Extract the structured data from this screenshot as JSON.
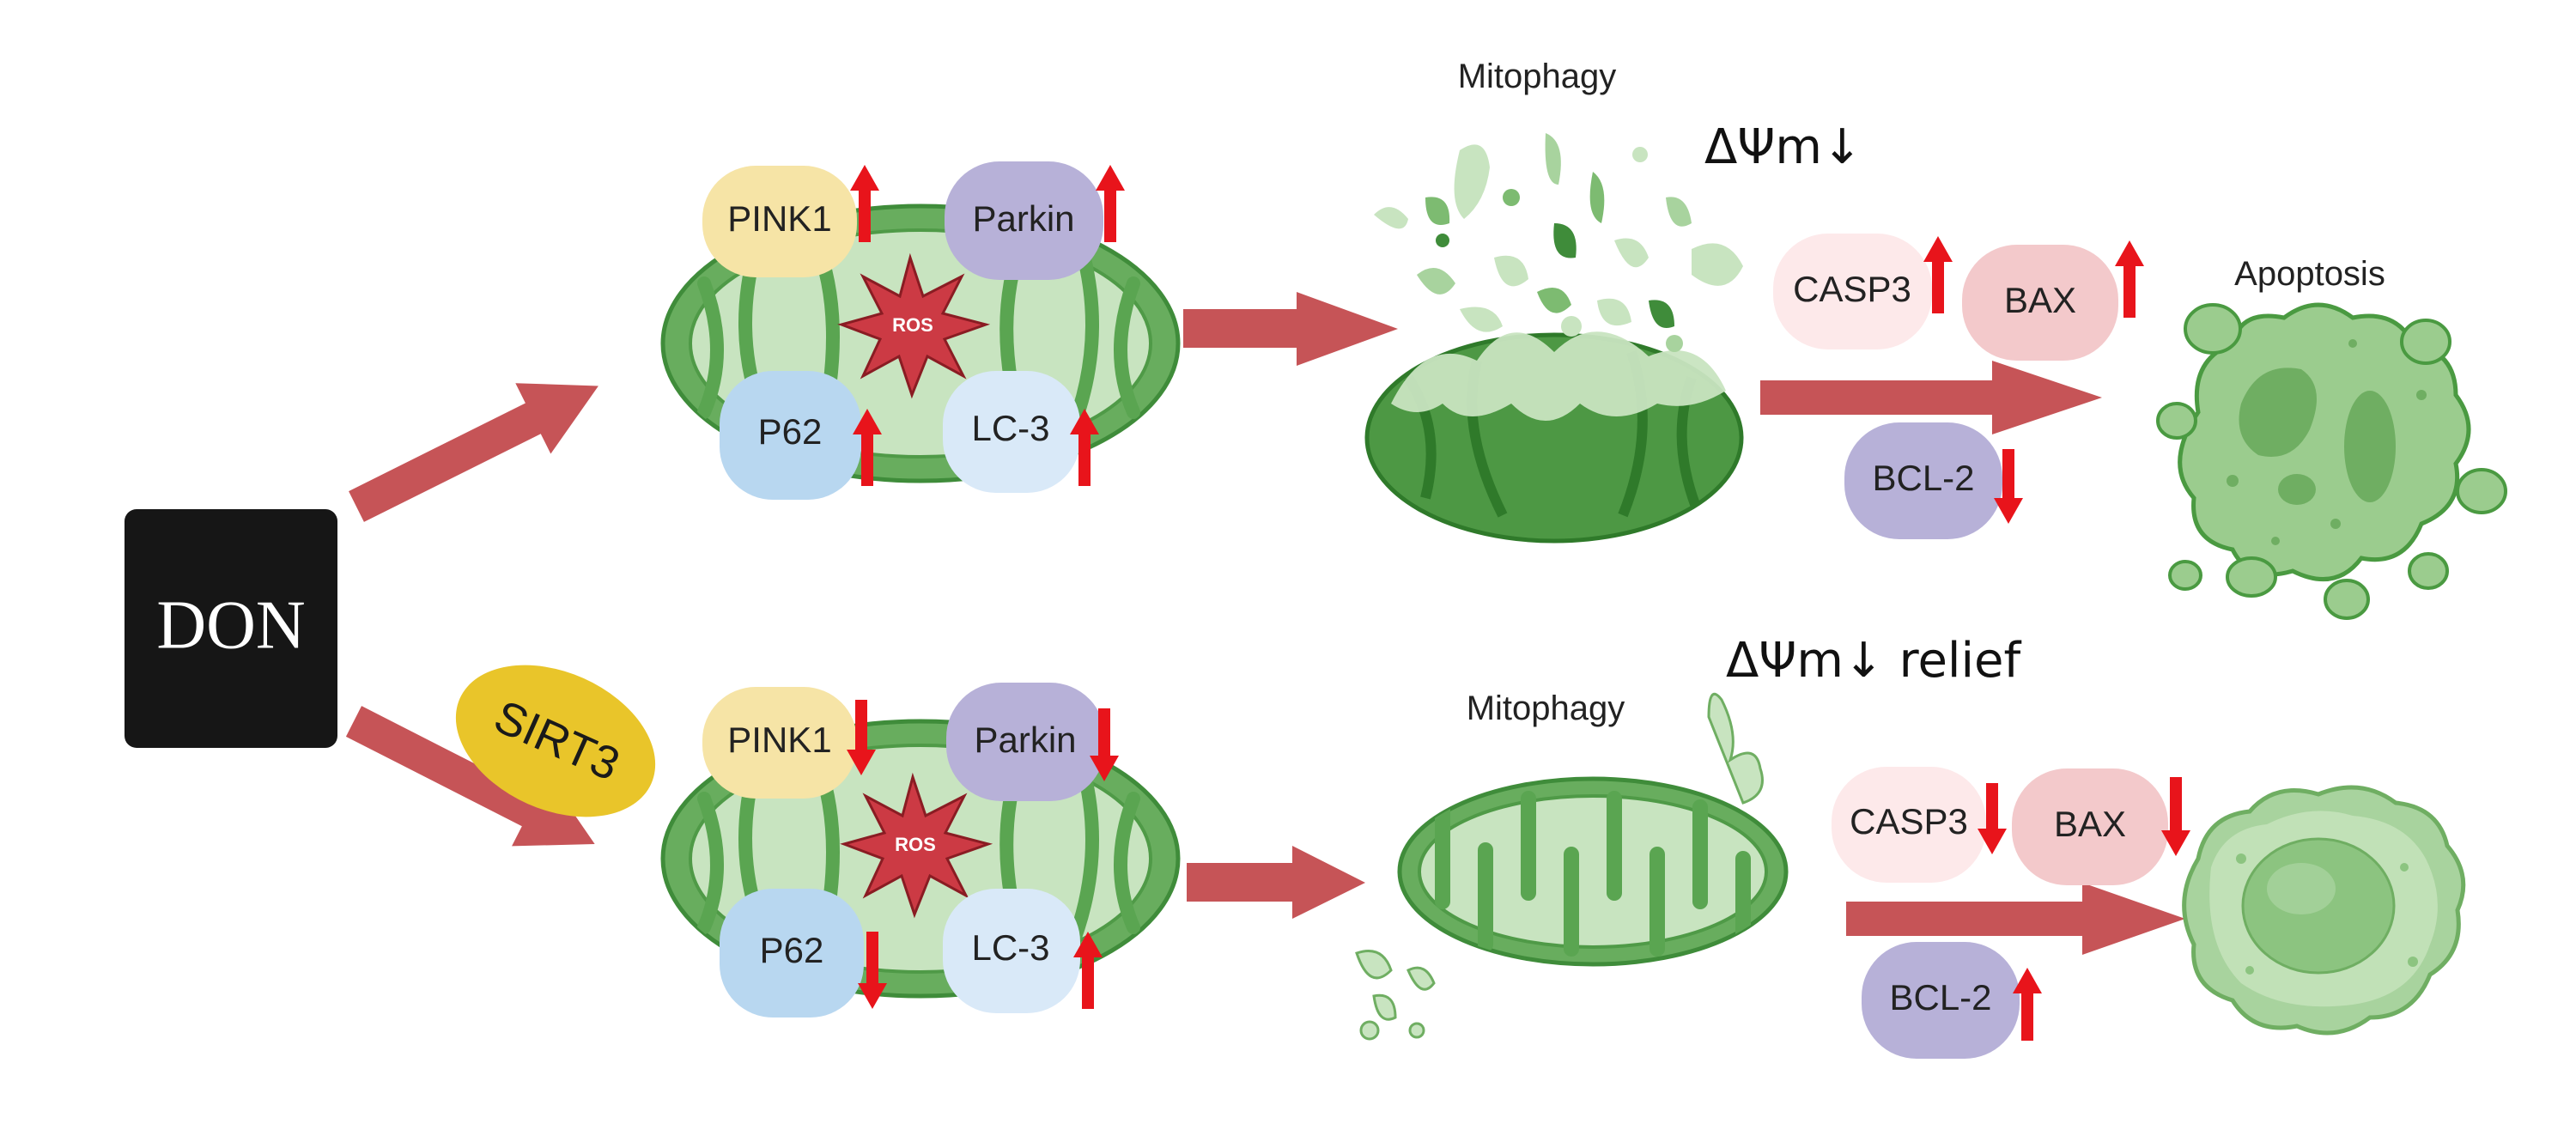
{
  "labels": {
    "don": "DON",
    "sirt3": "SIRT3",
    "top": {
      "pink1": "PINK1",
      "parkin": "Parkin",
      "p62": "P62",
      "lc3": "LC-3",
      "ros": "ROS",
      "mitophagy": "Mitophagy",
      "membrane_potential": "ΔΨm↓",
      "casp3": "CASP3",
      "bax": "BAX",
      "bcl2": "BCL-2",
      "apoptosis": "Apoptosis"
    },
    "bottom": {
      "pink1": "PINK1",
      "parkin": "Parkin",
      "p62": "P62",
      "lc3": "LC-3",
      "ros": "ROS",
      "mitophagy": "Mitophagy",
      "membrane_potential": "ΔΨm↓ relief",
      "casp3": "CASP3",
      "bax": "BAX",
      "bcl2": "BCL-2"
    }
  },
  "regulation": {
    "top": {
      "pink1": "up",
      "parkin": "up",
      "p62": "up",
      "lc3": "up",
      "casp3": "up",
      "bax": "up",
      "bcl2": "down"
    },
    "bottom": {
      "pink1": "down",
      "parkin": "down",
      "p62": "down",
      "lc3": "up",
      "casp3": "down",
      "bax": "down",
      "bcl2": "up"
    }
  },
  "colors": {
    "flow_arrow": "#c65457",
    "indicator_arrow": "#e8141b",
    "don_box": "#161616",
    "sirt3": "#e9c52a",
    "pink1": "#f6e4a6",
    "parkin": "#b7b1d8",
    "p62": "#b8d7f0",
    "lc3": "#d9e9f8",
    "casp3": "#fde9ea",
    "bax": "#f3c9cb",
    "bcl2": "#b7b1d8",
    "ros": "#cc3a44",
    "mito_dark": "#3f8c3a",
    "mito_mid": "#68ad5e",
    "mito_light": "#c8e4c0"
  }
}
